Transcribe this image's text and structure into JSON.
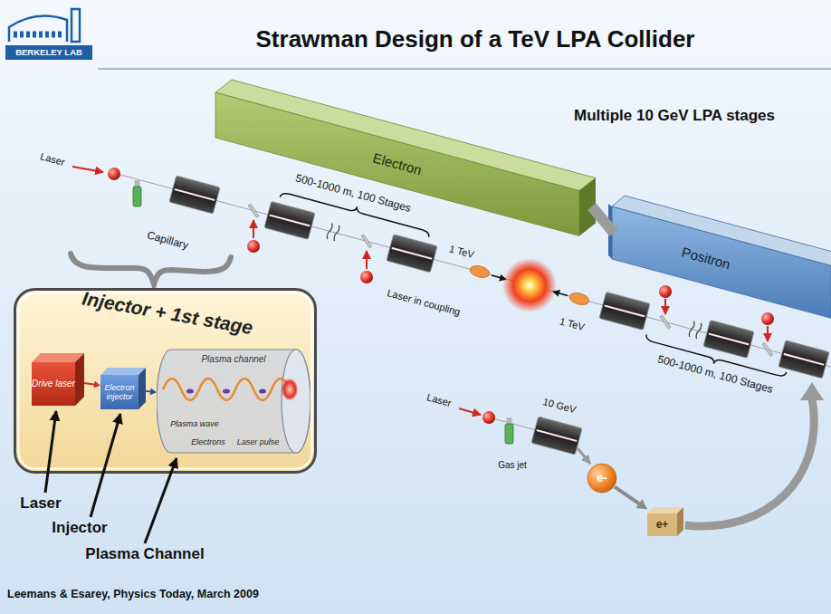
{
  "diagram": {
    "title": "Strawman Design of a TeV LPA Collider",
    "caption": "Leemans & Esarey, Physics Today, March 2009",
    "nodes": [
      {
        "text": [
          "Electron"
        ]
      },
      {
        "text": [
          "Positron"
        ]
      },
      {
        "text": [
          "Injector + 1st stage"
        ]
      },
      {
        "text": [
          "Drive laser"
        ],
        "in": 2
      },
      {
        "text": [
          "Electron injector"
        ],
        "in": 2
      },
      {
        "text": [
          "Plasma channel"
        ],
        "in": 2
      },
      {
        "text": [
          "e-"
        ]
      },
      {
        "text": [
          "e+"
        ]
      }
    ],
    "edges": [
      {
        "from": 0,
        "to": 1,
        "arrow": "none"
      },
      {
        "from": 3,
        "to": 4,
        "arrow": "to"
      },
      {
        "from": 4,
        "to": 5,
        "arrow": "to"
      },
      {
        "from": 6,
        "to": 7,
        "arrow": "to"
      }
    ],
    "labels": [
      "BERKELEY LAB",
      "Multiple 10 GeV LPA stages",
      "Laser",
      "Capillary",
      "500-1000 m, 100 Stages",
      "1 TeV",
      "Laser in coupling",
      "1 TeV",
      "500-1000 m, 100 Stages",
      "Laser",
      "Gas jet",
      "10 GeV",
      "Plasma wave",
      "Electrons",
      "Laser pulse",
      "Laser",
      "Injector",
      "Plasma Channel"
    ]
  }
}
